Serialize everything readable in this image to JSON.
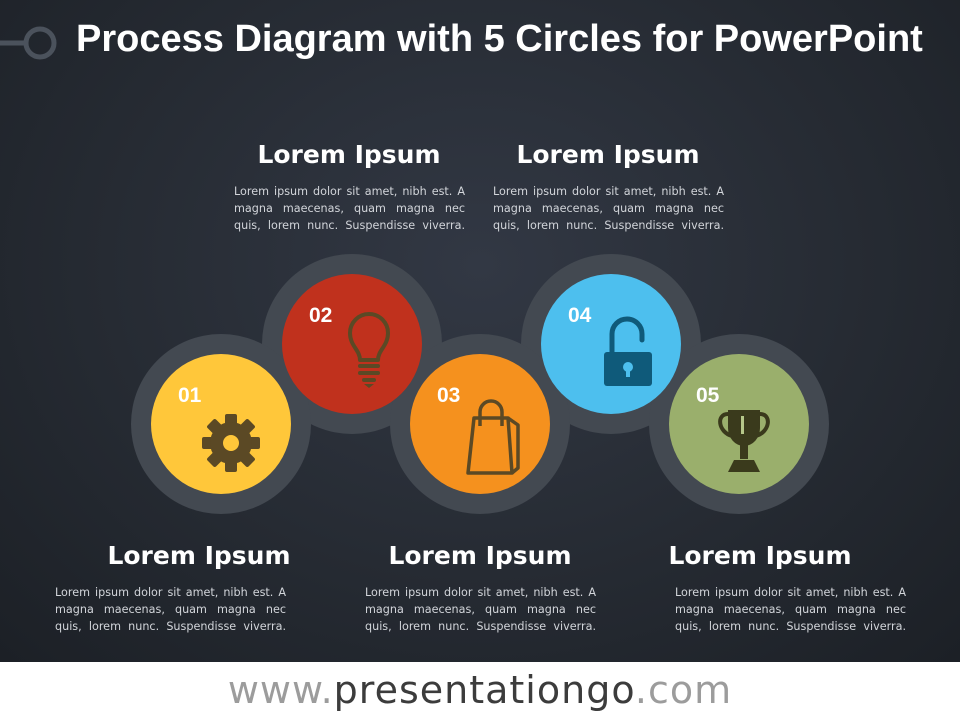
{
  "title": "Process Diagram with 5 Circles for PowerPoint",
  "steps": [
    {
      "number": "01",
      "heading": "Lorem Ipsum",
      "text": "Lorem ipsum dolor sit amet, nibh est. A magna maecenas, quam magna nec quis, lorem nunc. Suspendisse viverra.",
      "color": "#ffc73a",
      "icon": "gear-icon"
    },
    {
      "number": "02",
      "heading": "Lorem Ipsum",
      "text": "Lorem ipsum dolor sit amet, nibh est. A magna maecenas, quam magna nec quis, lorem nunc. Suspendisse viverra.",
      "color": "#c0311d",
      "icon": "lightbulb-icon"
    },
    {
      "number": "03",
      "heading": "Lorem Ipsum",
      "text": "Lorem ipsum dolor sit amet, nibh est. A magna maecenas, quam magna nec quis, lorem nunc. Suspendisse viverra.",
      "color": "#f5911e",
      "icon": "shopping-bag-icon"
    },
    {
      "number": "04",
      "heading": "Lorem Ipsum",
      "text": "Lorem ipsum dolor sit amet, nibh est. A magna maecenas, quam magna nec quis, lorem nunc. Suspendisse viverra.",
      "color": "#4dbfee",
      "icon": "unlocked-padlock-icon"
    },
    {
      "number": "05",
      "heading": "Lorem Ipsum",
      "text": "Lorem ipsum dolor sit amet, nibh est. A magna maecenas, quam magna nec quis, lorem nunc. Suspendisse viverra.",
      "color": "#9aaf6c",
      "icon": "trophy-icon"
    }
  ],
  "ring_color": "#434951",
  "icon_color": "#5b4925",
  "footer": {
    "prefix": "www.",
    "site": "presentationgo",
    "suffix": ".com"
  }
}
